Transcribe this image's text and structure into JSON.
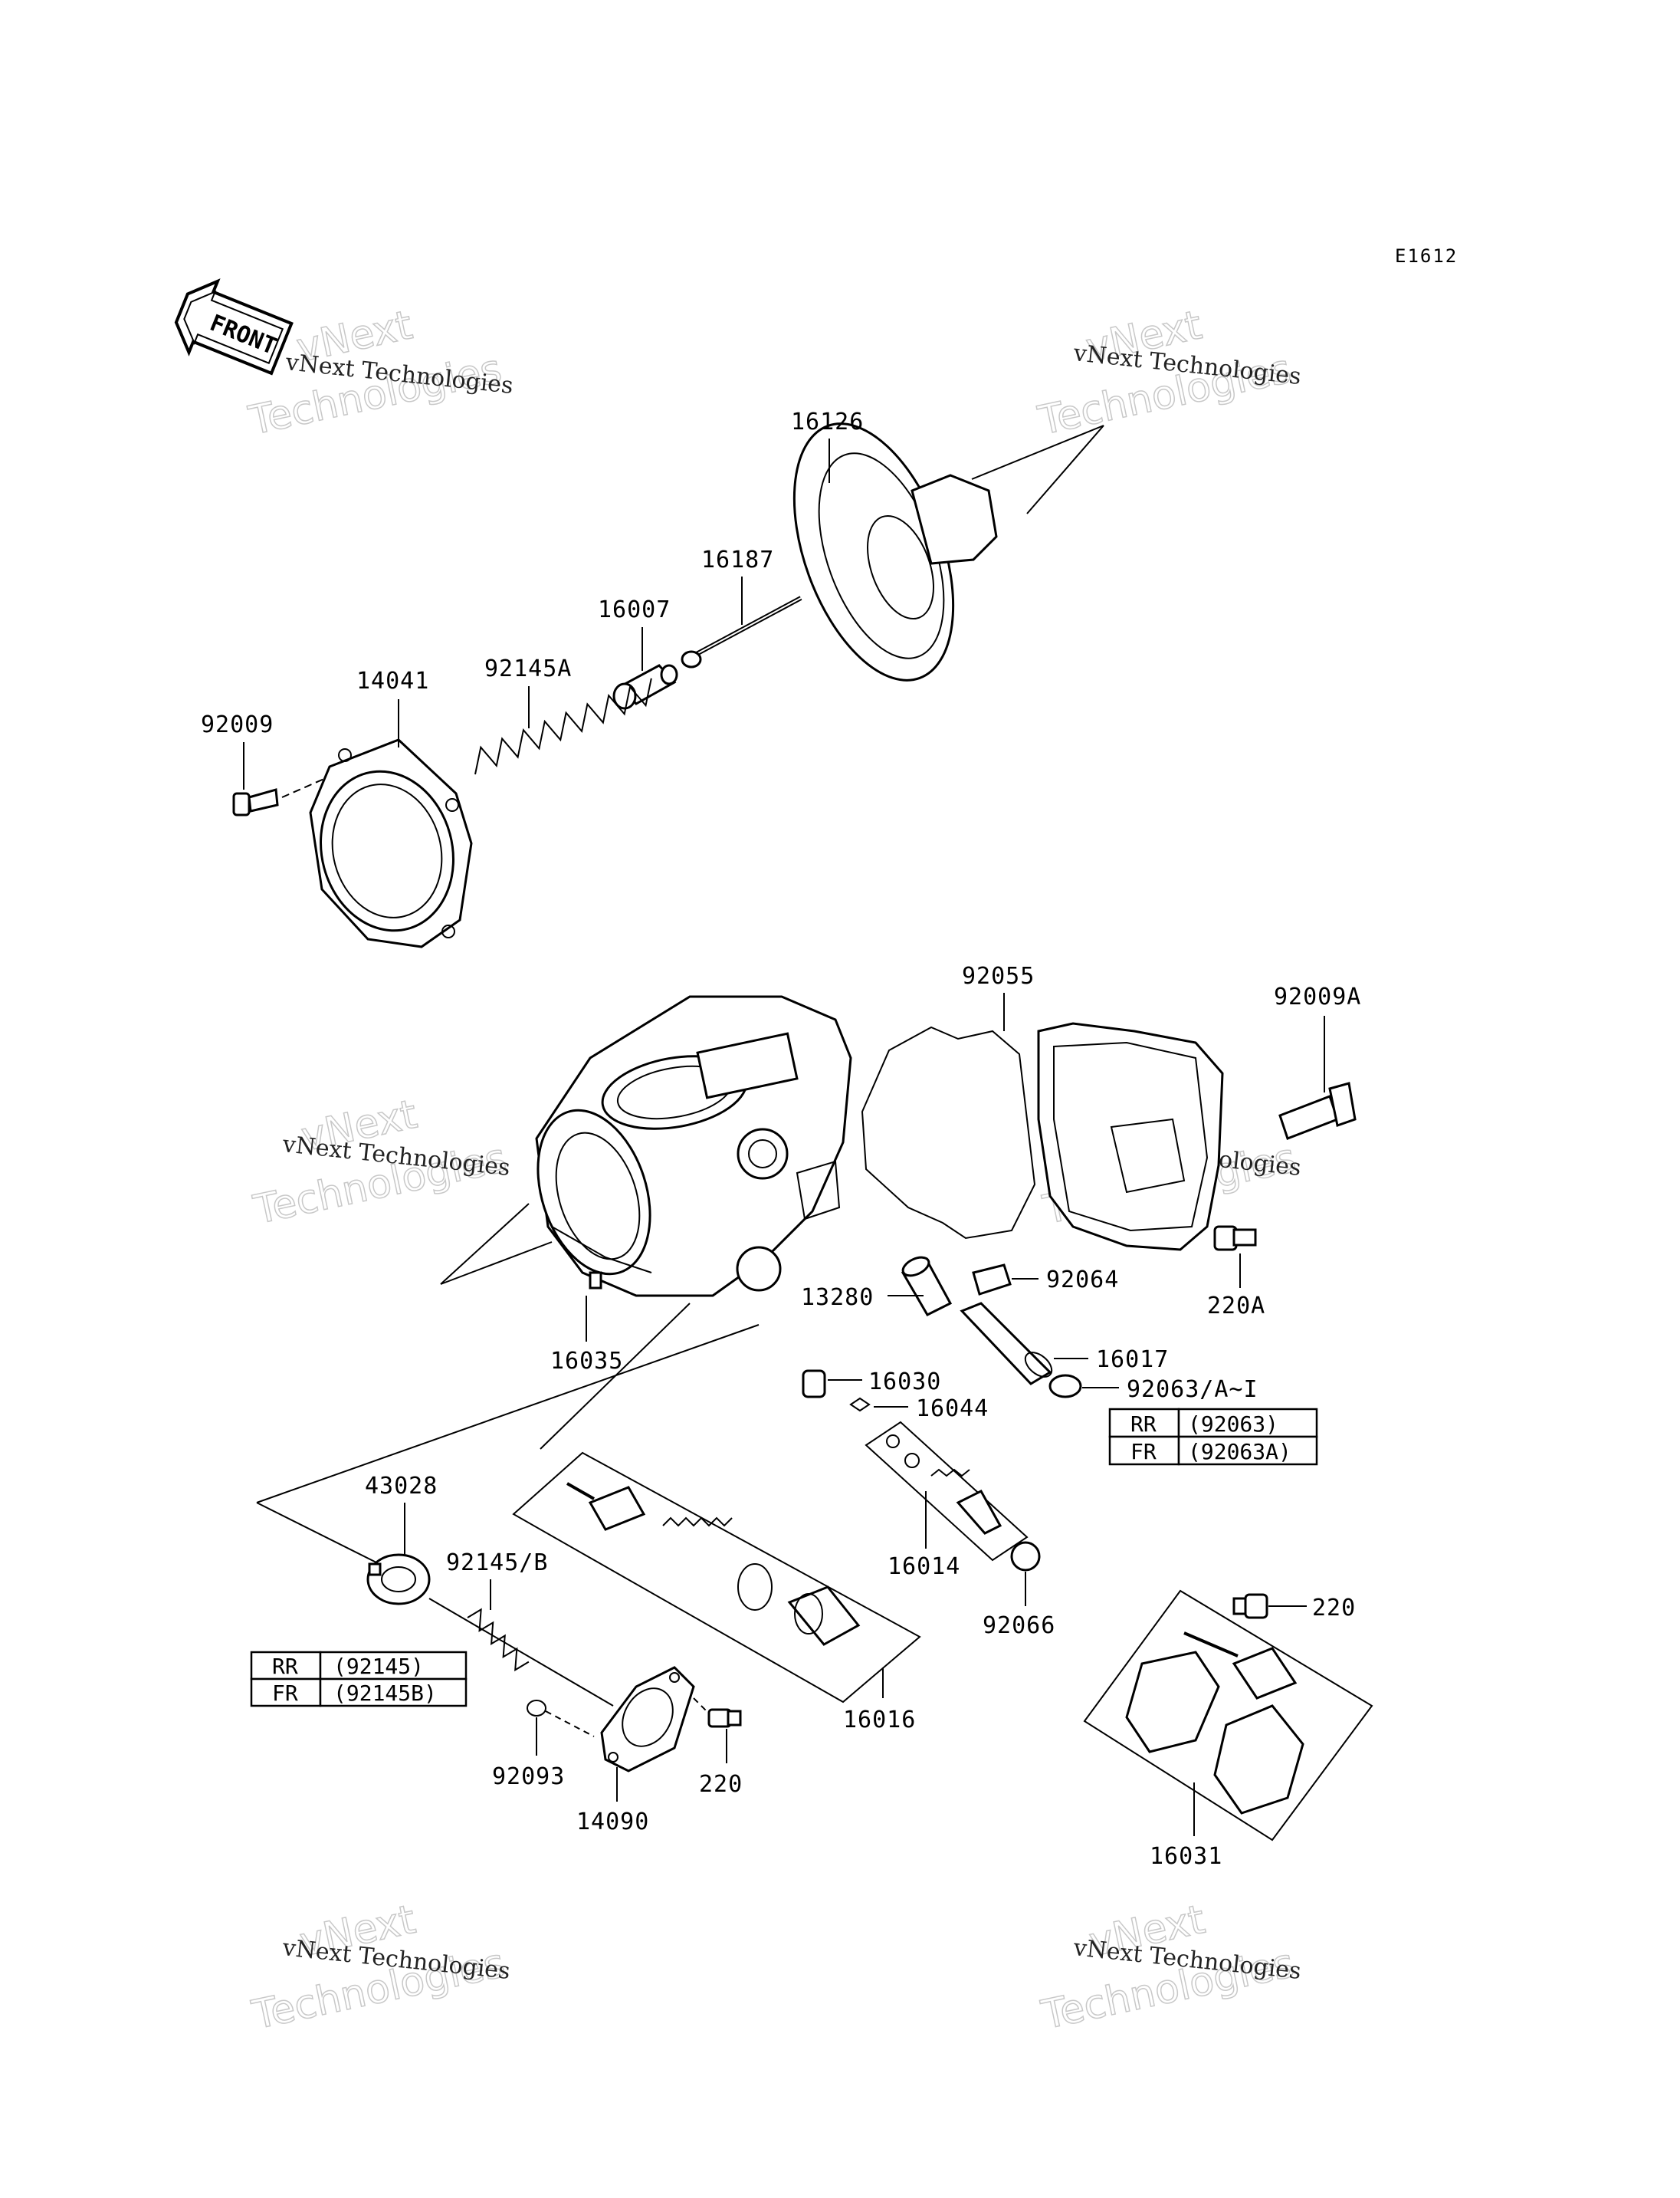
{
  "diagram_code": "E1612",
  "front_label": "FRONT",
  "watermark": {
    "company": "vNext Technologies",
    "brand_top": "vNext",
    "brand_bottom": "Technologies"
  },
  "labels": {
    "p16126": "16126",
    "p16187": "16187",
    "p16007": "16007",
    "p92145A": "92145A",
    "p14041": "14041",
    "p92009": "92009",
    "p92055": "92055",
    "p92009A": "92009A",
    "p92064": "92064",
    "p13280": "13280",
    "p220A": "220A",
    "p16017": "16017",
    "p16035": "16035",
    "p16030": "16030",
    "p92063": "92063/A~I",
    "p16044": "16044",
    "p43028": "43028",
    "p92145B": "92145/B",
    "p16014": "16014",
    "p92066": "92066",
    "p220_right": "220",
    "p16016": "16016",
    "p92093": "92093",
    "p220_bottom": "220",
    "p14090": "14090",
    "p16031": "16031"
  },
  "table_92063": [
    {
      "code": "RR",
      "part": "(92063)"
    },
    {
      "code": "FR",
      "part": "(92063A)"
    }
  ],
  "table_92145": [
    {
      "code": "RR",
      "part": "(92145)"
    },
    {
      "code": "FR",
      "part": "(92145B)"
    }
  ]
}
